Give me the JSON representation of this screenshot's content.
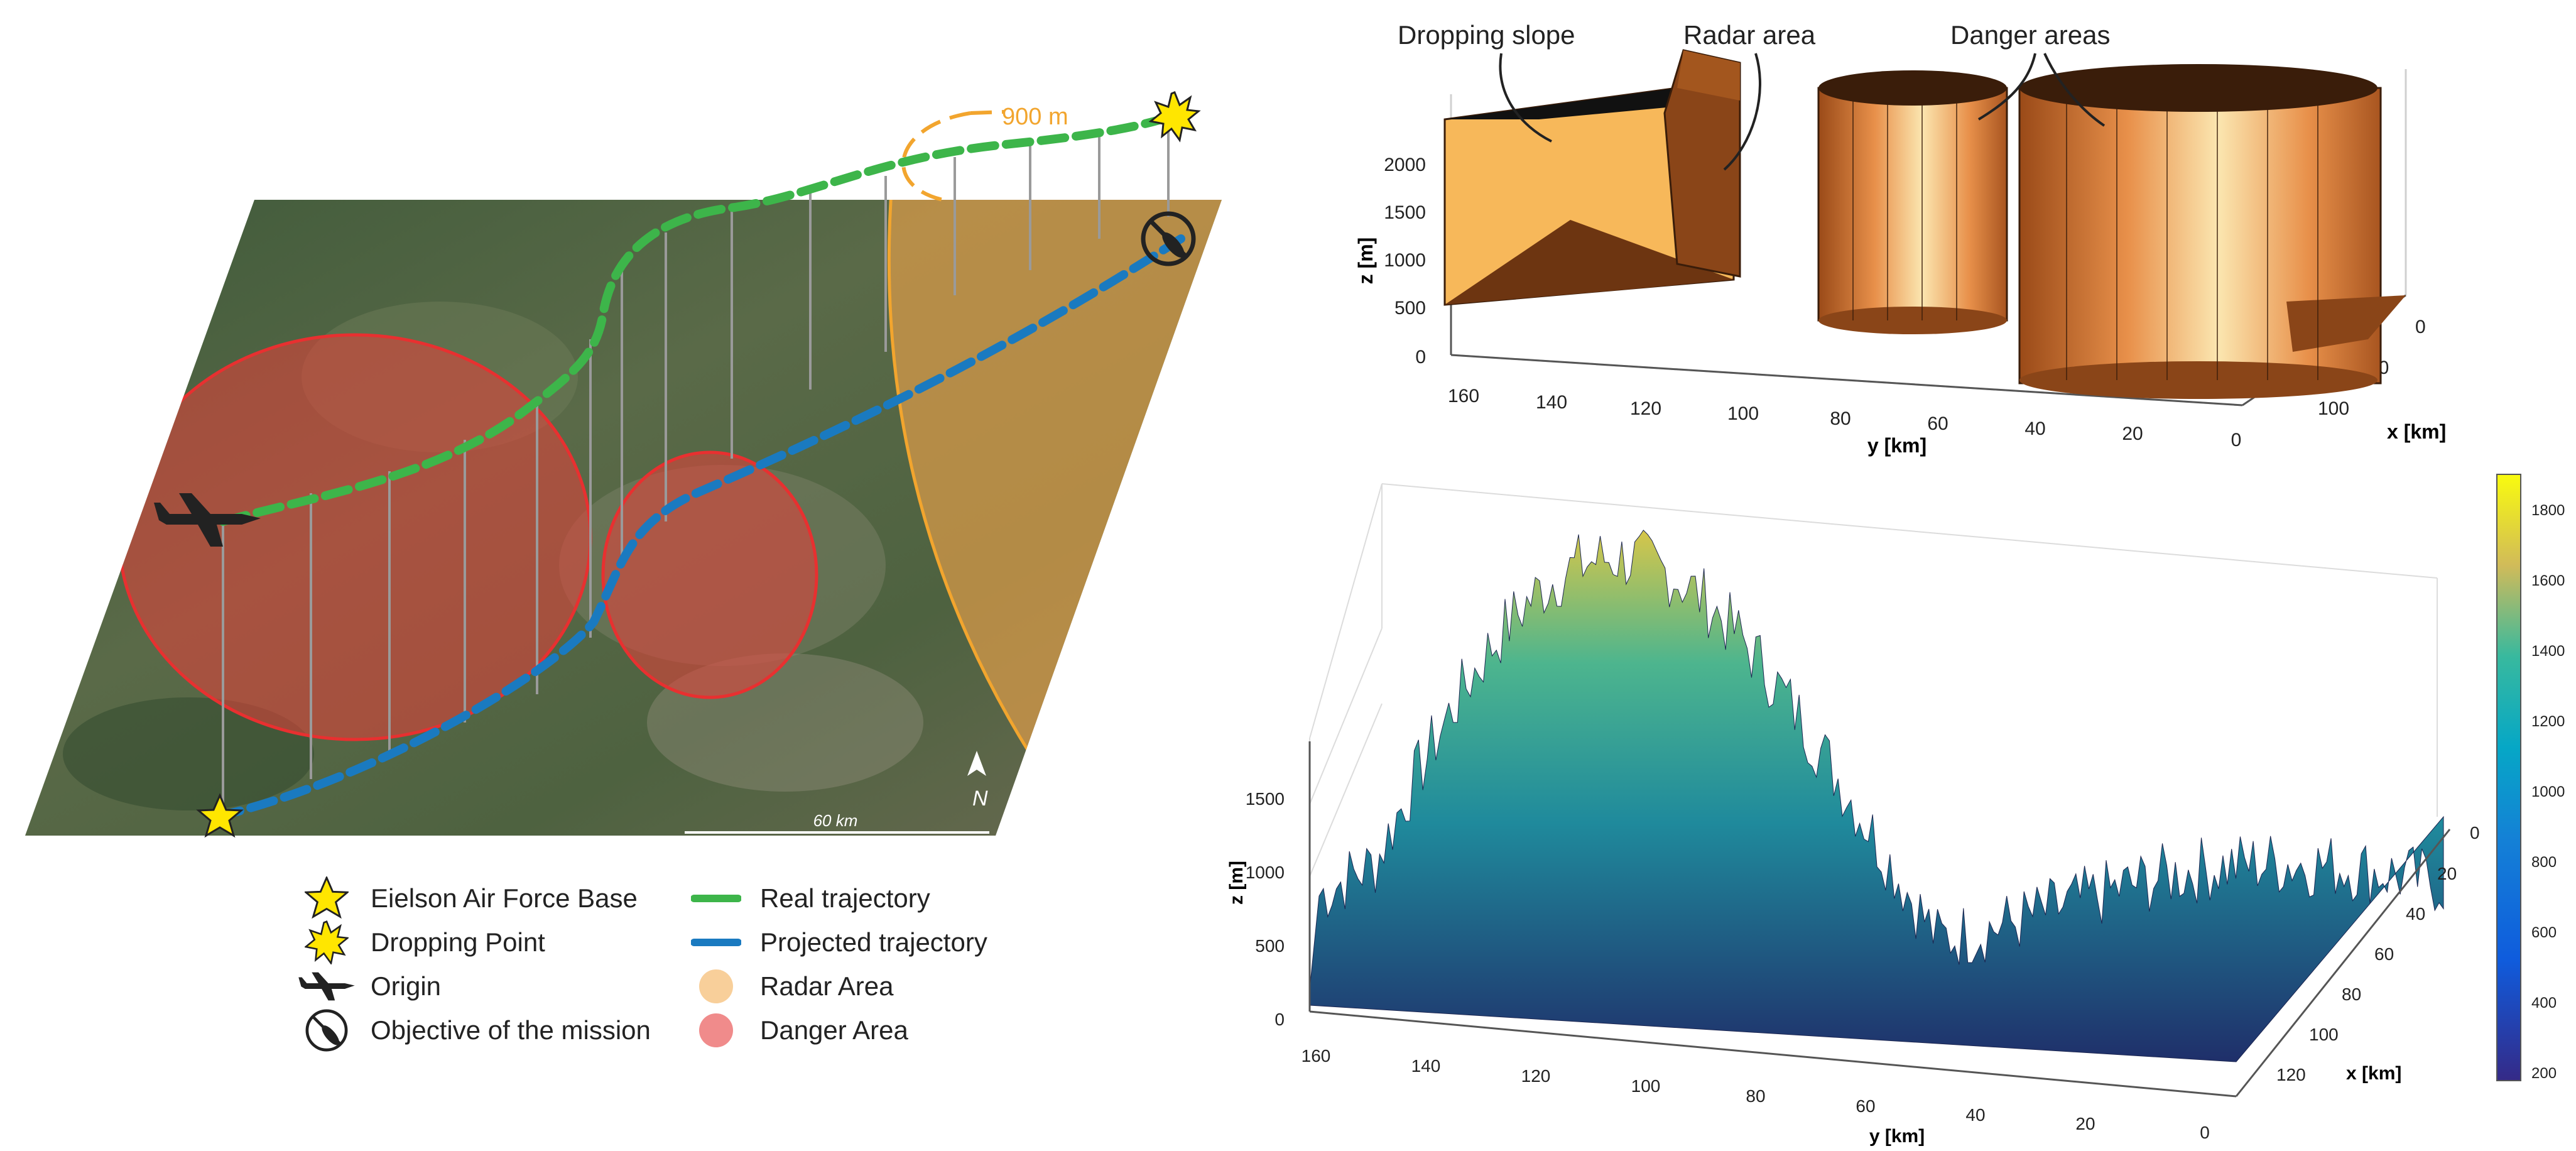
{
  "map": {
    "scale_label": "60 km",
    "altitude_label": "900 m",
    "north_label": "N",
    "colors": {
      "real_trajectory": "#3db54a",
      "projected_trajectory": "#1a7ac0",
      "radar_area": "#f2b65a",
      "danger_area": "#e8403a",
      "star": "#ffe600"
    }
  },
  "legend": {
    "items": [
      {
        "icon": "star-icon",
        "label": "Eielson Air Force Base"
      },
      {
        "icon": "burst-star-icon",
        "label": "Dropping Point"
      },
      {
        "icon": "airplane-icon",
        "label": "Origin"
      },
      {
        "icon": "target-bomb-icon",
        "label": "Objective of the mission"
      },
      {
        "icon": "green-dash-icon",
        "label": "Real trajectory"
      },
      {
        "icon": "blue-dash-icon",
        "label": "Projected trajectory"
      },
      {
        "icon": "orange-circle-icon",
        "label": "Radar Area"
      },
      {
        "icon": "red-circle-icon",
        "label": "Danger Area"
      }
    ]
  },
  "plot3d_top": {
    "annotations": [
      "Dropping slope",
      "Radar area",
      "Danger areas"
    ],
    "zlabel": "z [m]",
    "ylabel": "y [km]",
    "xlabel": "x [km]",
    "z_ticks": [
      "0",
      "500",
      "1000",
      "1500",
      "2000"
    ],
    "y_ticks": [
      "160",
      "140",
      "120",
      "100",
      "80",
      "60",
      "40",
      "20",
      "0"
    ],
    "x_ticks": [
      "0",
      "50",
      "100"
    ]
  },
  "plot3d_bottom": {
    "zlabel": "z [m]",
    "ylabel": "y [km]",
    "xlabel": "x [km]",
    "z_ticks": [
      "0",
      "500",
      "1000",
      "1500"
    ],
    "y_ticks": [
      "160",
      "140",
      "120",
      "100",
      "80",
      "60",
      "40",
      "20",
      "0"
    ],
    "x_ticks": [
      "0",
      "20",
      "40",
      "60",
      "80",
      "100",
      "120"
    ],
    "colorbar_ticks": [
      "200",
      "400",
      "600",
      "800",
      "1000",
      "1200",
      "1400",
      "1600",
      "1800"
    ]
  }
}
